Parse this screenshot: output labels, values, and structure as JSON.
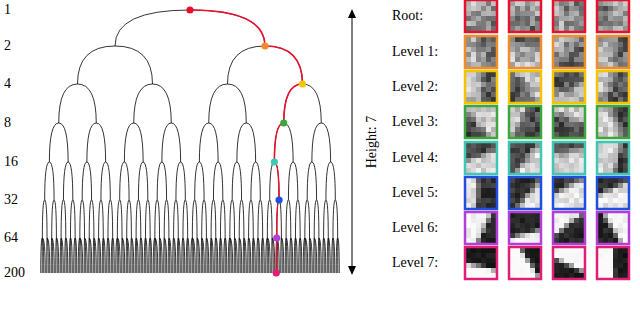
{
  "diagram": {
    "labels": [
      "1",
      "2",
      "4",
      "8",
      "16",
      "32",
      "64",
      "200",
      "Height: 7",
      "Root:",
      "Level 1:",
      "Level 2:",
      "Level 3:",
      "Level 4:",
      "Level 5:",
      "Level 6:",
      "Level 7:"
    ]
  }
}
